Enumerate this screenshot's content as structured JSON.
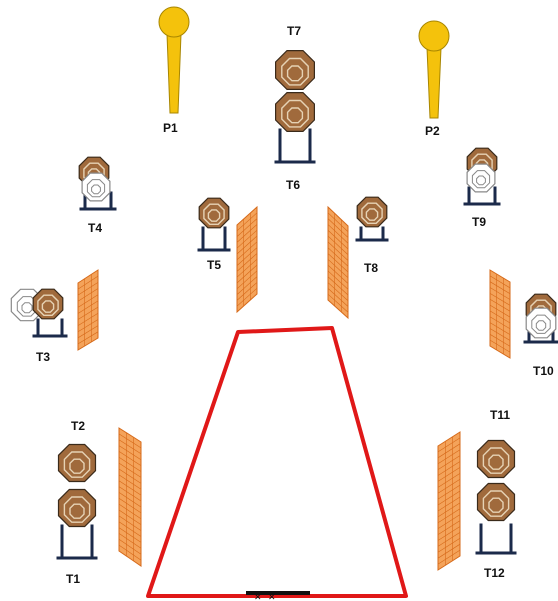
{
  "colors": {
    "target_brown": "#a06a3c",
    "target_ring": "#e6d2b4",
    "target_outline": "#3a2a1a",
    "no_shoot_white": "#ffffff",
    "no_shoot_outline": "#888888",
    "stand_navy": "#1b2a4a",
    "popper_yellow": "#f4c20c",
    "popper_outline": "#a88600",
    "wall_orange": "#f4a35a",
    "wall_grid": "#d66a1a",
    "fault_line_red": "#e01818",
    "start_mark_black": "#111111"
  },
  "icons": {
    "target": "octagon-target-icon",
    "no_shoot": "no-shoot-target-icon",
    "popper": "popper-icon",
    "wall": "barricade-wall"
  },
  "labels": {
    "P1": "P1",
    "P2": "P2",
    "T1": "T1",
    "T2": "T2",
    "T3": "T3",
    "T4": "T4",
    "T5": "T5",
    "T6": "T6",
    "T7": "T7",
    "T8": "T8",
    "T9": "T9",
    "T10": "T10",
    "T11": "T11",
    "T12": "T12"
  }
}
